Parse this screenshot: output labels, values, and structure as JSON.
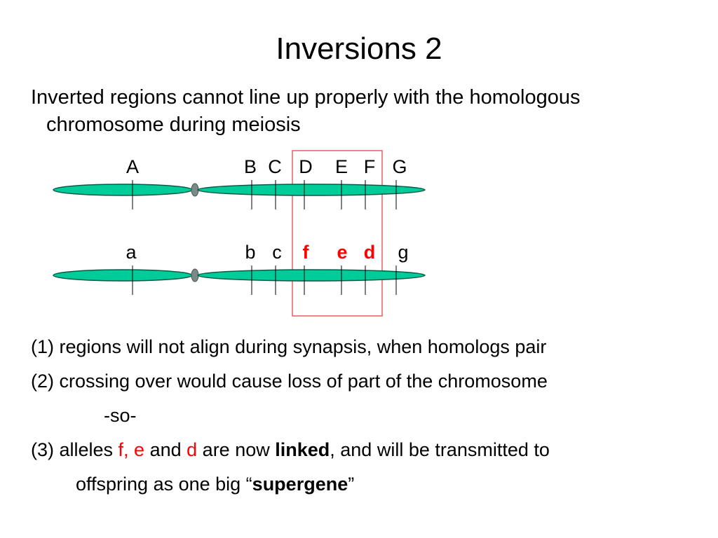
{
  "title": "Inversions 2",
  "intro": {
    "line1": "Inverted regions cannot line up properly with the homologous",
    "line2": "chromosome during meiosis"
  },
  "diagram": {
    "top_labels": [
      "A",
      "B",
      "C",
      "D",
      "E",
      "F",
      "G"
    ],
    "bottom_labels": [
      "a",
      "b",
      "c",
      "f",
      "e",
      "d",
      "g"
    ],
    "bottom_highlighted": [
      false,
      false,
      false,
      true,
      true,
      true,
      false
    ],
    "colors": {
      "chromosome_fill": "#00cc99",
      "chromosome_stroke": "#0b5a47",
      "centromere": "#7a8a88",
      "highlight": "#ff0000",
      "box": "#e06060"
    }
  },
  "points": {
    "p1": "(1) regions will not align during synapsis, when homologs pair",
    "p2": "(2) crossing over would cause loss of part of the chromosome",
    "so": "-so-",
    "p3_a": "(3) alleles ",
    "p3_f": "f, e",
    "p3_b": " and ",
    "p3_d": "d",
    "p3_c": " are now ",
    "p3_linked": "linked",
    "p3_d2": ", and will be transmitted to",
    "p4_a": "offspring as one big “",
    "p4_supergene": "supergene",
    "p4_b": "”"
  }
}
